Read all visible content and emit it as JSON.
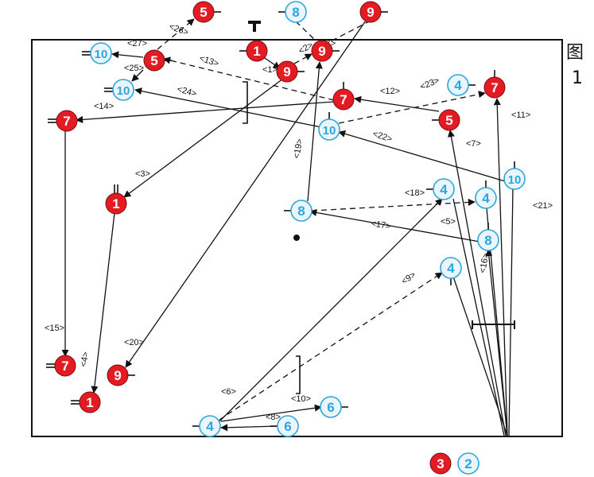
{
  "figure": {
    "label_line1": "图",
    "label_line2": "1"
  },
  "colors": {
    "red": "#e31b23",
    "blue": "#2ba6de",
    "ink": "#111111"
  },
  "players": [
    {
      "id": "r1a",
      "team": "red",
      "number": "1"
    },
    {
      "id": "r1b",
      "team": "red",
      "number": "1"
    },
    {
      "id": "r1c",
      "team": "red",
      "number": "1"
    },
    {
      "id": "r5a",
      "team": "red",
      "number": "5"
    },
    {
      "id": "r5b",
      "team": "red",
      "number": "5"
    },
    {
      "id": "r5c",
      "team": "red",
      "number": "5"
    },
    {
      "id": "r7a",
      "team": "red",
      "number": "7"
    },
    {
      "id": "r7b",
      "team": "red",
      "number": "7"
    },
    {
      "id": "r7c",
      "team": "red",
      "number": "7"
    },
    {
      "id": "r7d",
      "team": "red",
      "number": "7"
    },
    {
      "id": "r9a",
      "team": "red",
      "number": "9"
    },
    {
      "id": "r9b",
      "team": "red",
      "number": "9"
    },
    {
      "id": "r9c",
      "team": "red",
      "number": "9"
    },
    {
      "id": "r9d",
      "team": "red",
      "number": "9"
    },
    {
      "id": "r3",
      "team": "red",
      "number": "3"
    },
    {
      "id": "b10a",
      "team": "blue",
      "number": "10"
    },
    {
      "id": "b10b",
      "team": "blue",
      "number": "10"
    },
    {
      "id": "b10c",
      "team": "blue",
      "number": "10"
    },
    {
      "id": "b10d",
      "team": "blue",
      "number": "10"
    },
    {
      "id": "b8a",
      "team": "blue",
      "number": "8"
    },
    {
      "id": "b8b",
      "team": "blue",
      "number": "8"
    },
    {
      "id": "b8c",
      "team": "blue",
      "number": "8"
    },
    {
      "id": "b4a",
      "team": "blue",
      "number": "4"
    },
    {
      "id": "b4b",
      "team": "blue",
      "number": "4"
    },
    {
      "id": "b4c",
      "team": "blue",
      "number": "4"
    },
    {
      "id": "b4d",
      "team": "blue",
      "number": "4"
    },
    {
      "id": "b4e",
      "team": "blue",
      "number": "4"
    },
    {
      "id": "b6a",
      "team": "blue",
      "number": "6"
    },
    {
      "id": "b6b",
      "team": "blue",
      "number": "6"
    },
    {
      "id": "b2",
      "team": "blue",
      "number": "2"
    }
  ],
  "movements": [
    {
      "label": "<1>"
    },
    {
      "label": "<2>"
    },
    {
      "label": "<3>"
    },
    {
      "label": "<4>"
    },
    {
      "label": "<5>"
    },
    {
      "label": "<6>"
    },
    {
      "label": "<7>"
    },
    {
      "label": "<8>"
    },
    {
      "label": "<9>"
    },
    {
      "label": "<10>"
    },
    {
      "label": "<11>"
    },
    {
      "label": "<12>"
    },
    {
      "label": "<13>"
    },
    {
      "label": "<14>"
    },
    {
      "label": "<15>"
    },
    {
      "label": "<16>"
    },
    {
      "label": "<17>"
    },
    {
      "label": "<18>"
    },
    {
      "label": "<19>"
    },
    {
      "label": "<20>"
    },
    {
      "label": "<21>"
    },
    {
      "label": "<22>"
    },
    {
      "label": "<23>"
    },
    {
      "label": "<24>"
    },
    {
      "label": "<25>"
    },
    {
      "label": "<26>"
    },
    {
      "label": "<27>"
    },
    {
      "label": "<27>"
    }
  ],
  "legend": {
    "red_number": "3",
    "blue_number": "2"
  }
}
